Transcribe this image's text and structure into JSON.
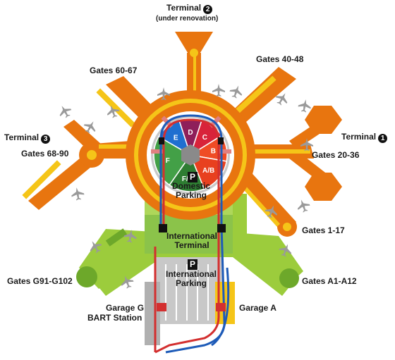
{
  "labels": {
    "terminal2": "Terminal",
    "terminal2_num": "2",
    "terminal2_note": "(under renovation)",
    "gates_40_48": "Gates 40-48",
    "gates_60_67": "Gates 60-67",
    "terminal3": "Terminal",
    "terminal3_num": "3",
    "gates_68_90": "Gates 68-90",
    "terminal1": "Terminal",
    "terminal1_num": "1",
    "gates_20_36": "Gates 20-36",
    "gates_1_17": "Gates 1-17",
    "domestic_parking": "Domestic Parking",
    "international_terminal": "International Terminal",
    "international_parking": "International Parking",
    "gates_g91_g102": "Gates G91-G102",
    "gates_a1_a12": "Gates A1-A12",
    "garage_g": "Garage G",
    "bart_station": "BART Station",
    "garage_a": "Garage A",
    "parking_symbol_1": "P",
    "parking_symbol_2": "P"
  },
  "garage_segments": [
    {
      "label": "E",
      "color": "#1f6fd0"
    },
    {
      "label": "D",
      "color": "#8e1f5a"
    },
    {
      "label": "C",
      "color": "#d8233a"
    },
    {
      "label": "B",
      "color": "#ef4c25"
    },
    {
      "label": "A/B",
      "color": "#e8401f"
    },
    {
      "label": "F/G",
      "color": "#2e7d32"
    },
    {
      "label": "F",
      "color": "#43a047"
    }
  ],
  "colors": {
    "domestic_terminal": "#e8750f",
    "international": "#9ccc3c",
    "international_dark": "#6da82a",
    "boarding_yellow": "#f5c518",
    "airtrain_red": "#d32f2f",
    "airtrain_blue": "#1e5bb8",
    "garage_gray": "#b9b9b9",
    "plane": "#9a9a9a"
  },
  "icons": [
    "airplane-icon",
    "parking-icon",
    "airtrain-station-icon",
    "terminal-number-badge"
  ]
}
